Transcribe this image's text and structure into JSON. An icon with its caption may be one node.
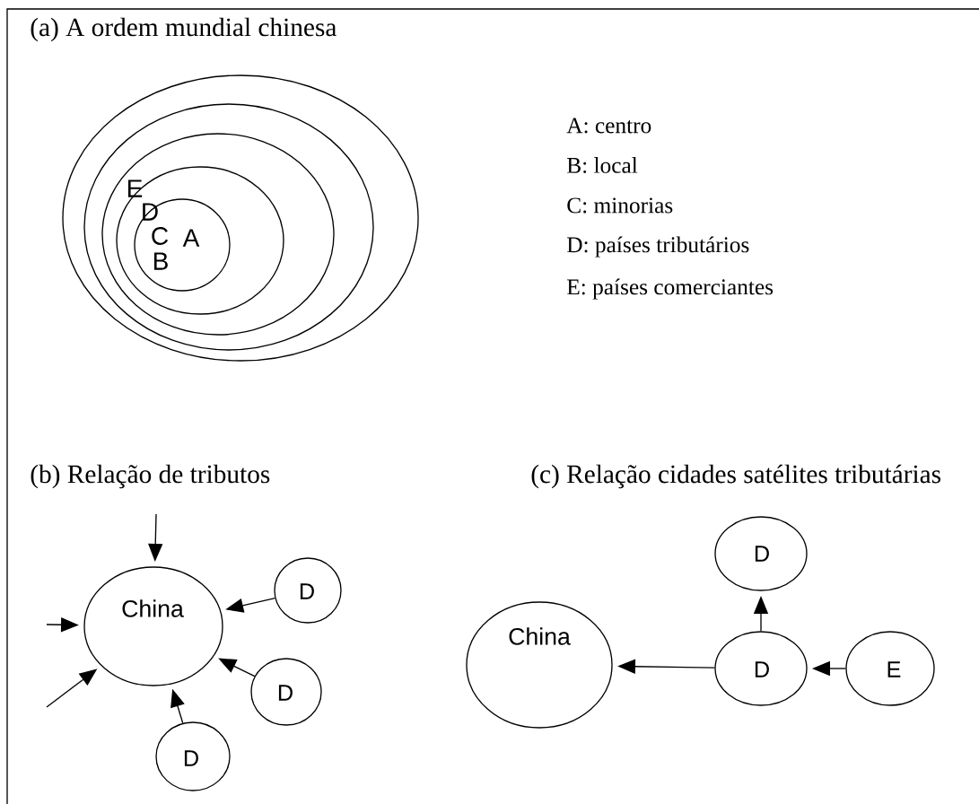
{
  "diagram": {
    "nodes": [
      {
        "text": [],
        "shape": "ellipse"
      },
      {
        "text": [],
        "shape": "ellipse",
        "in": 0
      },
      {
        "text": [],
        "shape": "ellipse",
        "in": 1
      },
      {
        "text": [],
        "shape": "ellipse",
        "in": 2
      },
      {
        "text": [],
        "shape": "ellipse",
        "in": 3
      },
      {
        "text": [
          "China"
        ]
      },
      {
        "text": [
          "D"
        ]
      },
      {
        "text": [
          "D"
        ]
      },
      {
        "text": [
          "D"
        ]
      },
      {
        "text": [
          "China"
        ]
      },
      {
        "text": [
          "D"
        ]
      },
      {
        "text": [
          "D"
        ]
      },
      {
        "text": [
          "E"
        ]
      }
    ],
    "edges": [
      {
        "from": null,
        "to": 5,
        "arrow": "to"
      },
      {
        "from": null,
        "to": 5,
        "arrow": "to"
      },
      {
        "from": null,
        "to": 5,
        "arrow": "to"
      },
      {
        "from": 6,
        "to": 5,
        "arrow": "to"
      },
      {
        "from": 7,
        "to": 5,
        "arrow": "to"
      },
      {
        "from": 8,
        "to": 5,
        "arrow": "to"
      },
      {
        "from": 11,
        "to": 9,
        "arrow": "to"
      },
      {
        "from": 11,
        "to": 10,
        "arrow": "to"
      },
      {
        "from": 12,
        "to": 11,
        "arrow": "to"
      }
    ],
    "labels": [
      "(a) A ordem mundial chinesa",
      "E",
      "D",
      "C",
      "A",
      "B",
      "A: centro",
      "B: local",
      "C: minorias",
      "D: países tributários",
      "E: países comerciantes",
      "(b) Relação de tributos",
      "(c) Relação cidades satélites tributárias"
    ]
  }
}
